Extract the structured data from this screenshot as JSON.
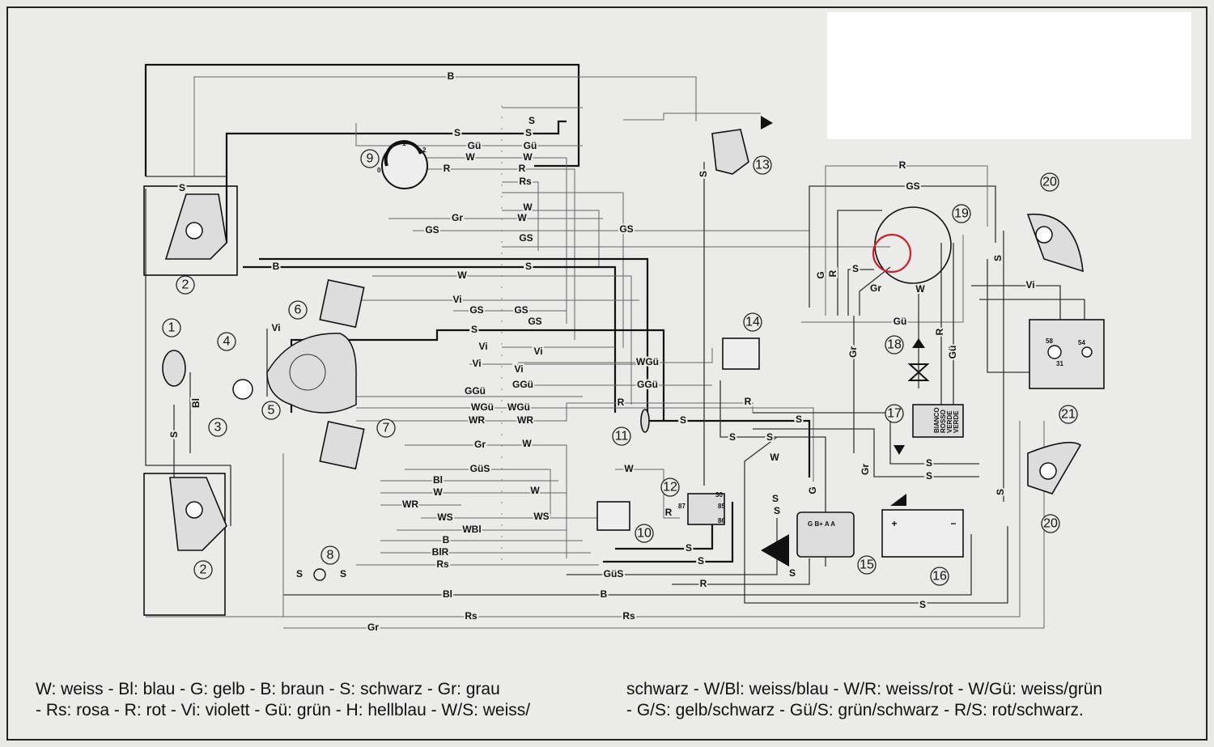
{
  "wires": [
    "B",
    "S",
    "S",
    "S",
    "Gü",
    "Gü",
    "W",
    "W",
    "R",
    "R",
    "Rs",
    "W",
    "W",
    "Gr",
    "GS",
    "GS",
    "S",
    "B",
    "W",
    "Vi",
    "GS",
    "GS",
    "GS",
    "S",
    "Vi",
    "Vi",
    "Vi",
    "Vi",
    "Vi",
    "WGü",
    "GGü",
    "GGü",
    "GGü",
    "WGü",
    "WGü",
    "WR",
    "WR",
    "R",
    "R",
    "S",
    "S",
    "S",
    "S",
    "Gr",
    "W",
    "GüS",
    "W",
    "W",
    "Bl",
    "W",
    "W",
    "WR",
    "WS",
    "WS",
    "R",
    "WBl",
    "B",
    "BlR",
    "Rs",
    "S",
    "S",
    "GüS",
    "B",
    "R",
    "Bl",
    "Rs",
    "Rs",
    "Gr",
    "S",
    "S",
    "S",
    "S",
    "S",
    "S",
    "GS",
    "S",
    "R",
    "GS",
    "G",
    "R",
    "S",
    "Gr",
    "W",
    "Gü",
    "R",
    "Gü",
    "Gr",
    "Gr",
    "G",
    "S",
    "S",
    "Bl",
    "S",
    "Vi",
    "S",
    "S",
    "S"
  ],
  "components": [
    "1",
    "2",
    "2",
    "3",
    "4",
    "5",
    "6",
    "7",
    "8",
    "9",
    "10",
    "11",
    "12",
    "13",
    "14",
    "15",
    "16",
    "17",
    "18",
    "19",
    "20",
    "20",
    "21"
  ],
  "regulator_labels": [
    "BIANCO",
    "ROSSO",
    "VERDE",
    "VERDE"
  ],
  "switch_marks": [
    "0",
    "1",
    "2"
  ],
  "relay_pins": [
    "30",
    "87",
    "85",
    "86"
  ],
  "regulator15_pins": "G B+ A A",
  "battery_terminals": [
    "+",
    "−"
  ],
  "lamp21_pins": [
    "58",
    "54",
    "31"
  ],
  "legend": {
    "line1_left": "W: weiss - Bl: blau - G: gelb - B: braun - S: schwarz - Gr: grau",
    "line2_left": "- Rs: rosa - R: rot - Vi: violett - Gü: grün - H: hellblau - W/S: weiss/",
    "line1_right": "schwarz - W/Bl: weiss/blau - W/R: weiss/rot - W/Gü: weiss/grün",
    "line2_right": "- G/S: gelb/schwarz - Gü/S: grün/schwarz - R/S: rot/schwarz."
  },
  "colors": {
    "ink": "#111111",
    "paper": "#ebebea",
    "highlight": "#d0202a"
  }
}
